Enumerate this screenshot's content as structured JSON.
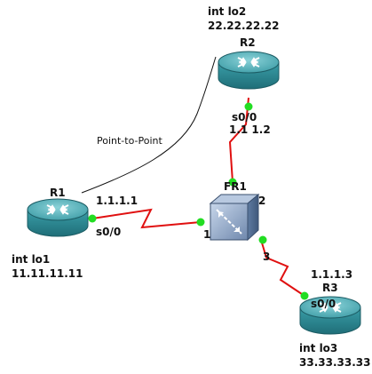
{
  "routers": {
    "r1": {
      "name": "R1",
      "intf_label": "int lo1",
      "intf_ip": "11.11.11.11",
      "port": "s0/0",
      "ip": "1.1.1.1"
    },
    "r2": {
      "name": "R2",
      "intf_label": "int lo2",
      "intf_ip": "22.22.22.22",
      "port": "s0/0",
      "ip": "1.1 1.2"
    },
    "r3": {
      "name": "R3",
      "intf_label": "int lo3",
      "intf_ip": "33.33.33.33",
      "port": "s0/0",
      "ip": "1.1.1.3"
    }
  },
  "switch": {
    "name": "FR1",
    "ports": {
      "p1": "1",
      "p2": "2",
      "p3": "3"
    }
  },
  "annotation": {
    "text": "Point-to-Point"
  },
  "colors": {
    "link": "#e01010",
    "port_dot": "#22dd22",
    "router_body": "#2f8f99",
    "router_top": "#5fbfc7",
    "switch_body": "#7a95b8"
  }
}
